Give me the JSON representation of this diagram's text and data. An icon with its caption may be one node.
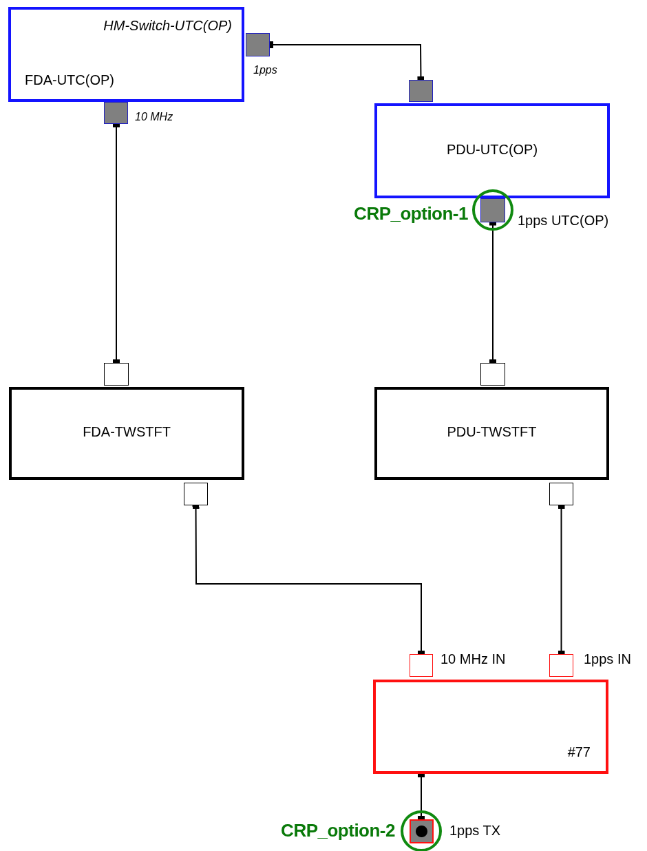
{
  "diagram": {
    "nodes": [
      {
        "text": [
          "HM-Switch-UTC(OP)",
          "FDA-UTC(OP)"
        ]
      },
      {
        "text": [],
        "shape": "box",
        "beside": [
          "1pps"
        ]
      },
      {
        "text": [],
        "shape": "box",
        "beside": [
          "10 MHz"
        ]
      },
      {
        "text": [],
        "shape": "box"
      },
      {
        "text": [
          "PDU-UTC(OP)"
        ]
      },
      {
        "text": [],
        "shape": "circle",
        "beside": [
          "CRP_option-1"
        ]
      },
      {
        "text": [],
        "shape": "box",
        "in": 5,
        "beside": [
          "1pps UTC(OP)"
        ]
      },
      {
        "text": [],
        "shape": "box"
      },
      {
        "text": [
          "FDA-TWSTFT"
        ]
      },
      {
        "text": [],
        "shape": "box"
      },
      {
        "text": [],
        "shape": "box"
      },
      {
        "text": [
          "PDU-TWSTFT"
        ]
      },
      {
        "text": [],
        "shape": "box"
      },
      {
        "text": [],
        "shape": "box",
        "beside": [
          "10 MHz IN"
        ]
      },
      {
        "text": [],
        "shape": "box",
        "beside": [
          "1pps IN"
        ]
      },
      {
        "text": [
          "#77"
        ]
      },
      {
        "text": [],
        "shape": "circle",
        "beside": [
          "CRP_option-2",
          "1pps TX"
        ]
      },
      {
        "text": [],
        "shape": "box",
        "in": 16
      }
    ],
    "edges": [
      {
        "from": 1,
        "to": 3,
        "arrow": "other"
      },
      {
        "from": 2,
        "to": 7,
        "arrow": "other"
      },
      {
        "from": 6,
        "to": 10,
        "arrow": "other"
      },
      {
        "from": 9,
        "to": 13,
        "arrow": "other"
      },
      {
        "from": 12,
        "to": 14,
        "arrow": "other"
      },
      {
        "from": 15,
        "to": 17,
        "arrow": "other"
      }
    ]
  }
}
